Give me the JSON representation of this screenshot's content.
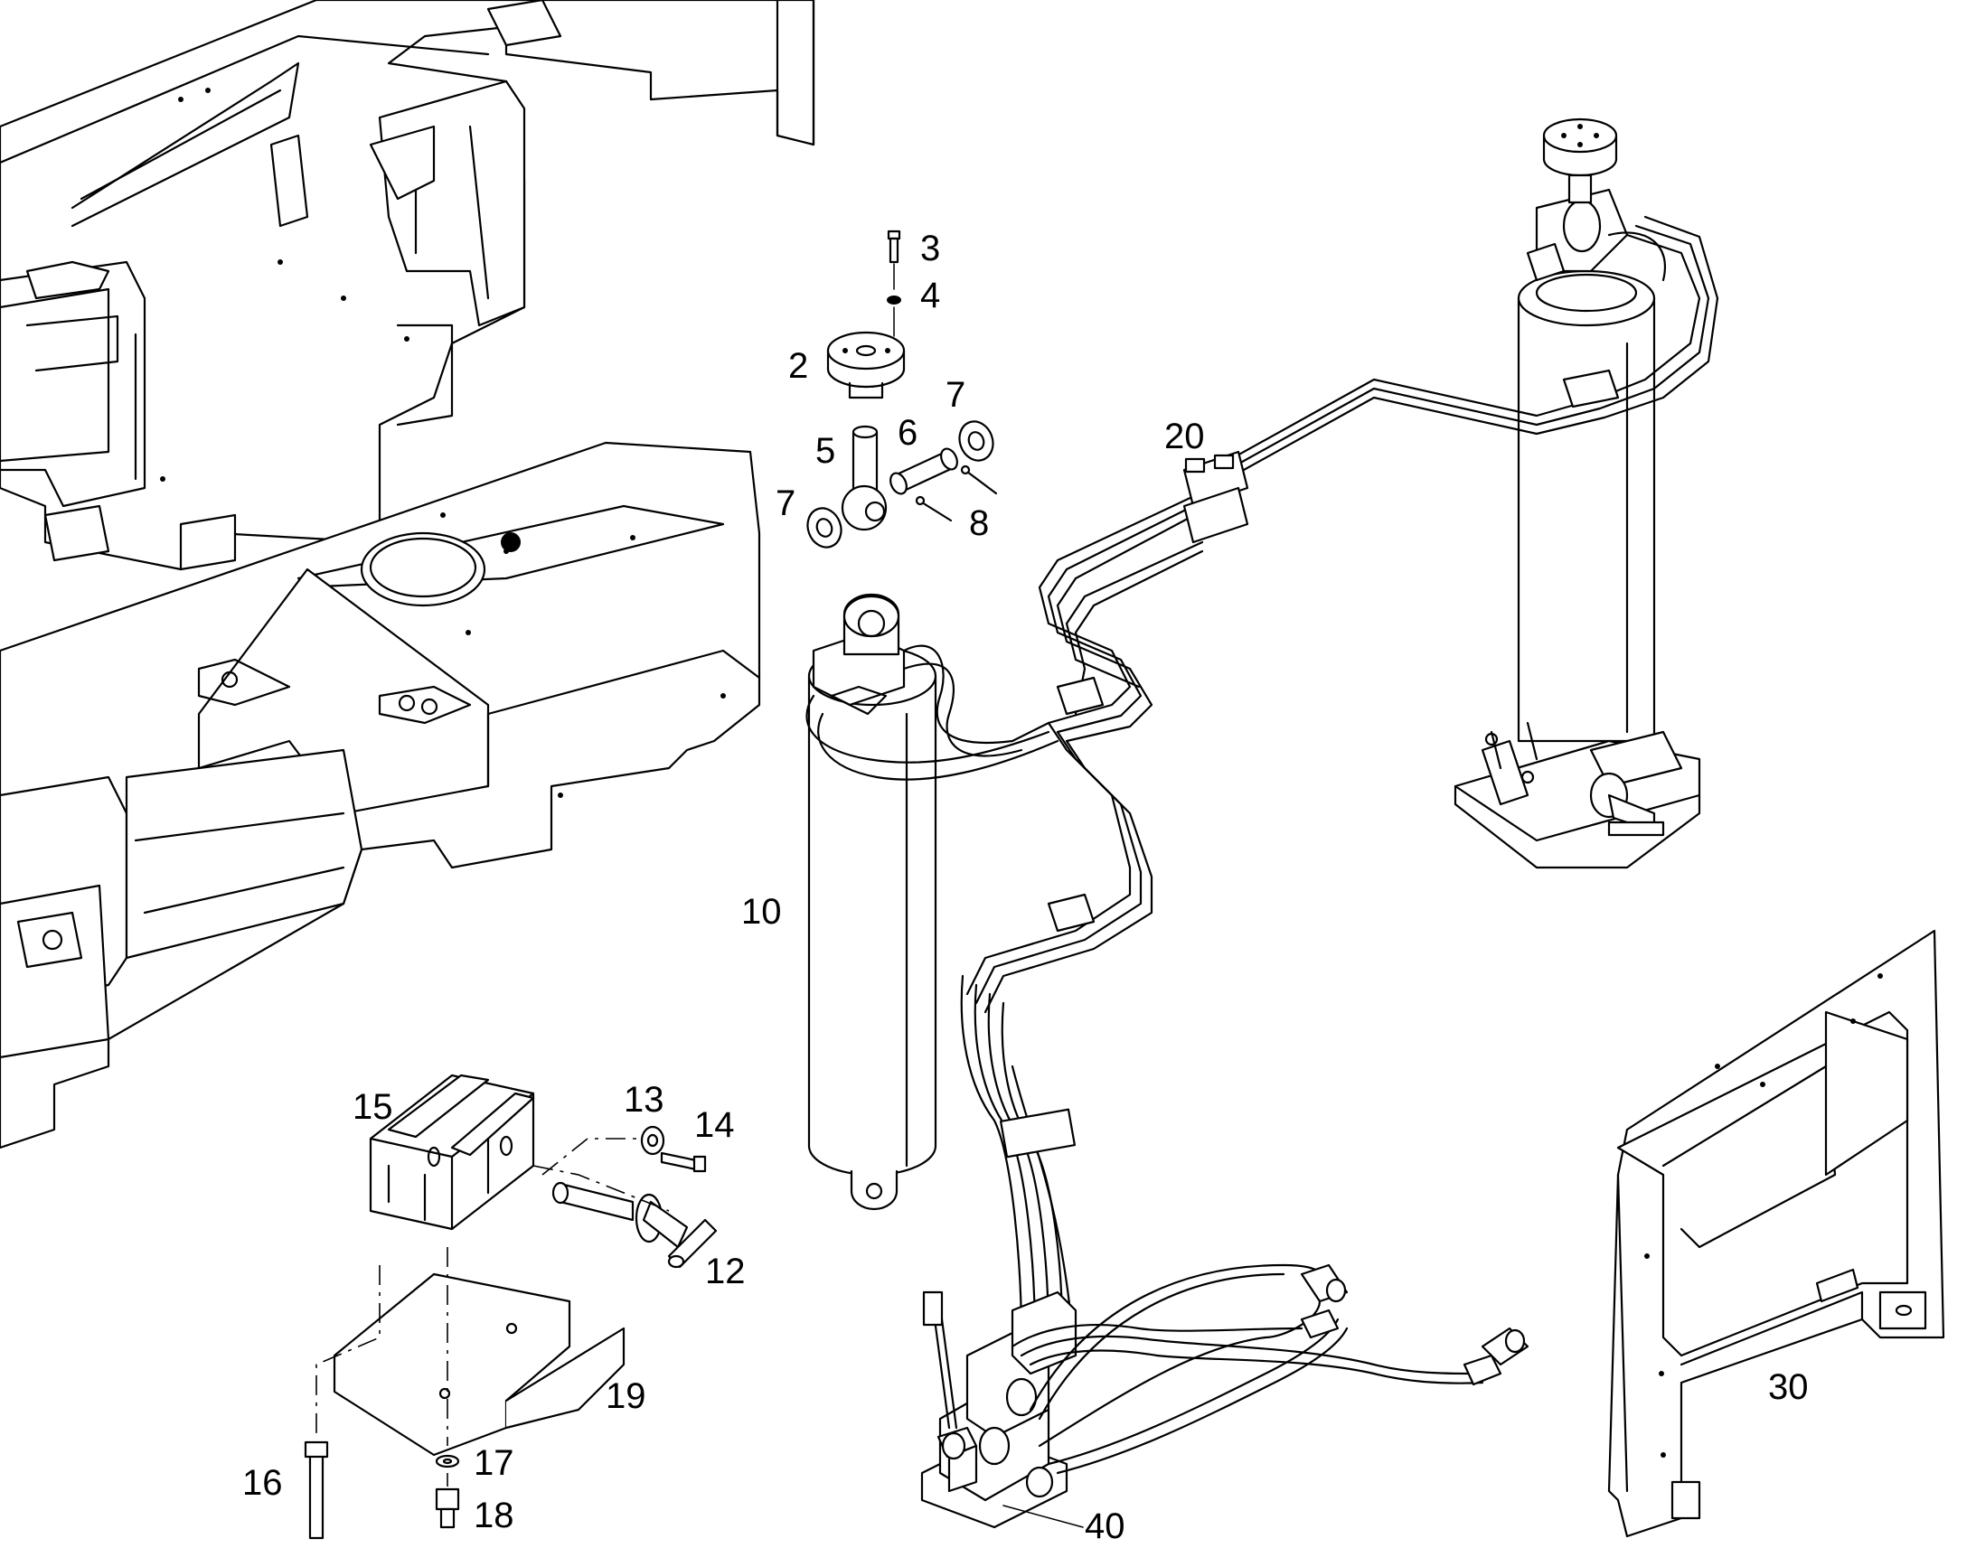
{
  "labels": {
    "l2": "2",
    "l3": "3",
    "l4": "4",
    "l5": "5",
    "l6": "6",
    "l7a": "7",
    "l7b": "7",
    "l8": "8",
    "l10": "10",
    "l12": "12",
    "l13": "13",
    "l14": "14",
    "l15": "15",
    "l16": "16",
    "l17": "17",
    "l18": "18",
    "l19": "19",
    "l20": "20",
    "l30": "30",
    "l40": "40"
  }
}
